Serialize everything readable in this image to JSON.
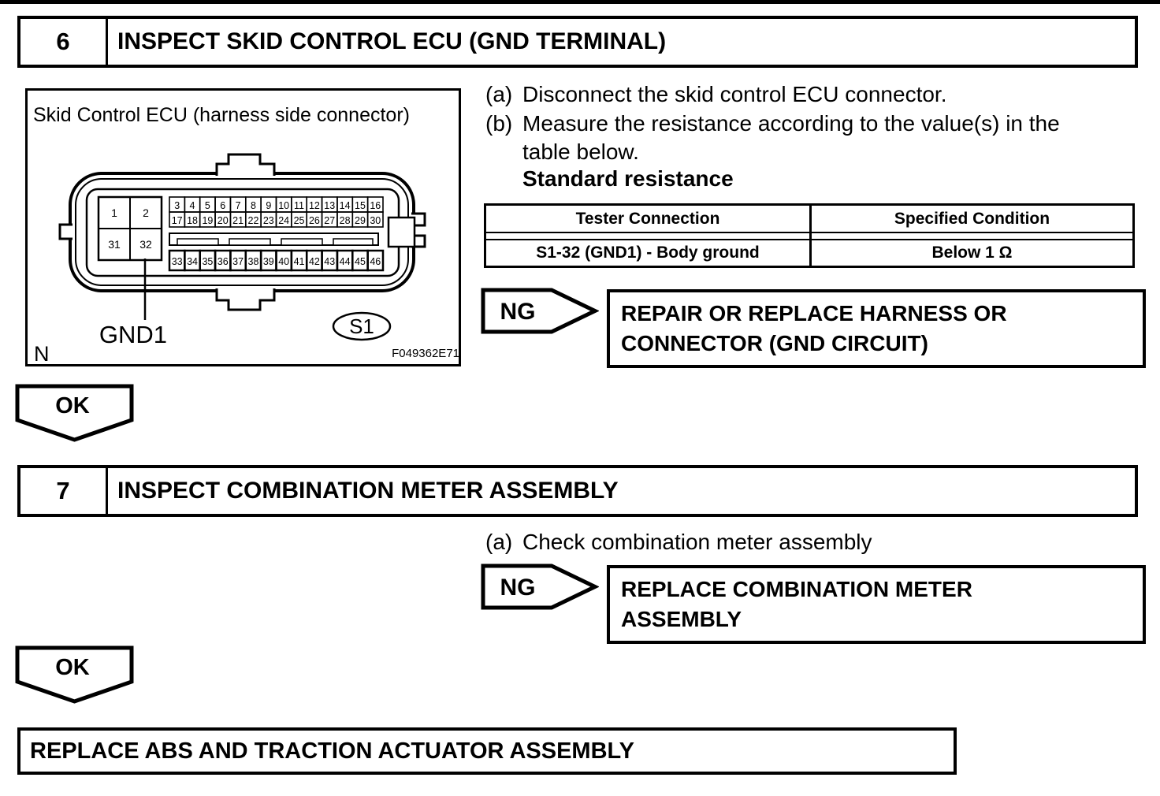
{
  "step6": {
    "number": "6",
    "title": "INSPECT SKID CONTROL ECU (GND TERMINAL)",
    "diagram": {
      "caption": "Skid Control ECU (harness side connector)",
      "pin_label": "GND1",
      "connector_code": "S1",
      "figure_code": "F049362E71",
      "corner_letter": "N",
      "pins_left": [
        "1",
        "2",
        "31",
        "32"
      ],
      "pins_row1": [
        "3",
        "4",
        "5",
        "6",
        "7",
        "8",
        "9",
        "10",
        "11",
        "12",
        "13",
        "14",
        "15",
        "16"
      ],
      "pins_row2": [
        "17",
        "18",
        "19",
        "20",
        "21",
        "22",
        "23",
        "24",
        "25",
        "26",
        "27",
        "28",
        "29",
        "30"
      ],
      "pins_row3": [
        "33",
        "34",
        "35",
        "36",
        "37",
        "38",
        "39",
        "40",
        "41",
        "42",
        "43",
        "44",
        "45",
        "46"
      ]
    },
    "instructions": [
      {
        "marker": "(a)",
        "lines": [
          "Disconnect the skid control ECU connector."
        ]
      },
      {
        "marker": "(b)",
        "lines": [
          "Measure the resistance according to the value(s) in the",
          "table below."
        ]
      }
    ],
    "subheading": "Standard resistance",
    "table": {
      "headers": [
        "Tester Connection",
        "Specified Condition"
      ],
      "rows": [
        [
          "S1-32 (GND1) - Body ground",
          "Below 1 Ω"
        ]
      ]
    },
    "ng": {
      "label": "NG",
      "action_lines": [
        "REPAIR OR REPLACE HARNESS OR",
        "CONNECTOR (GND CIRCUIT)"
      ]
    },
    "ok_label": "OK"
  },
  "step7": {
    "number": "7",
    "title": "INSPECT COMBINATION METER ASSEMBLY",
    "instructions": [
      {
        "marker": "(a)",
        "lines": [
          "Check combination meter assembly"
        ]
      }
    ],
    "ng": {
      "label": "NG",
      "action_lines": [
        "REPLACE COMBINATION METER",
        "ASSEMBLY"
      ]
    },
    "ok_label": "OK"
  },
  "final_action": "REPLACE ABS AND TRACTION ACTUATOR ASSEMBLY"
}
